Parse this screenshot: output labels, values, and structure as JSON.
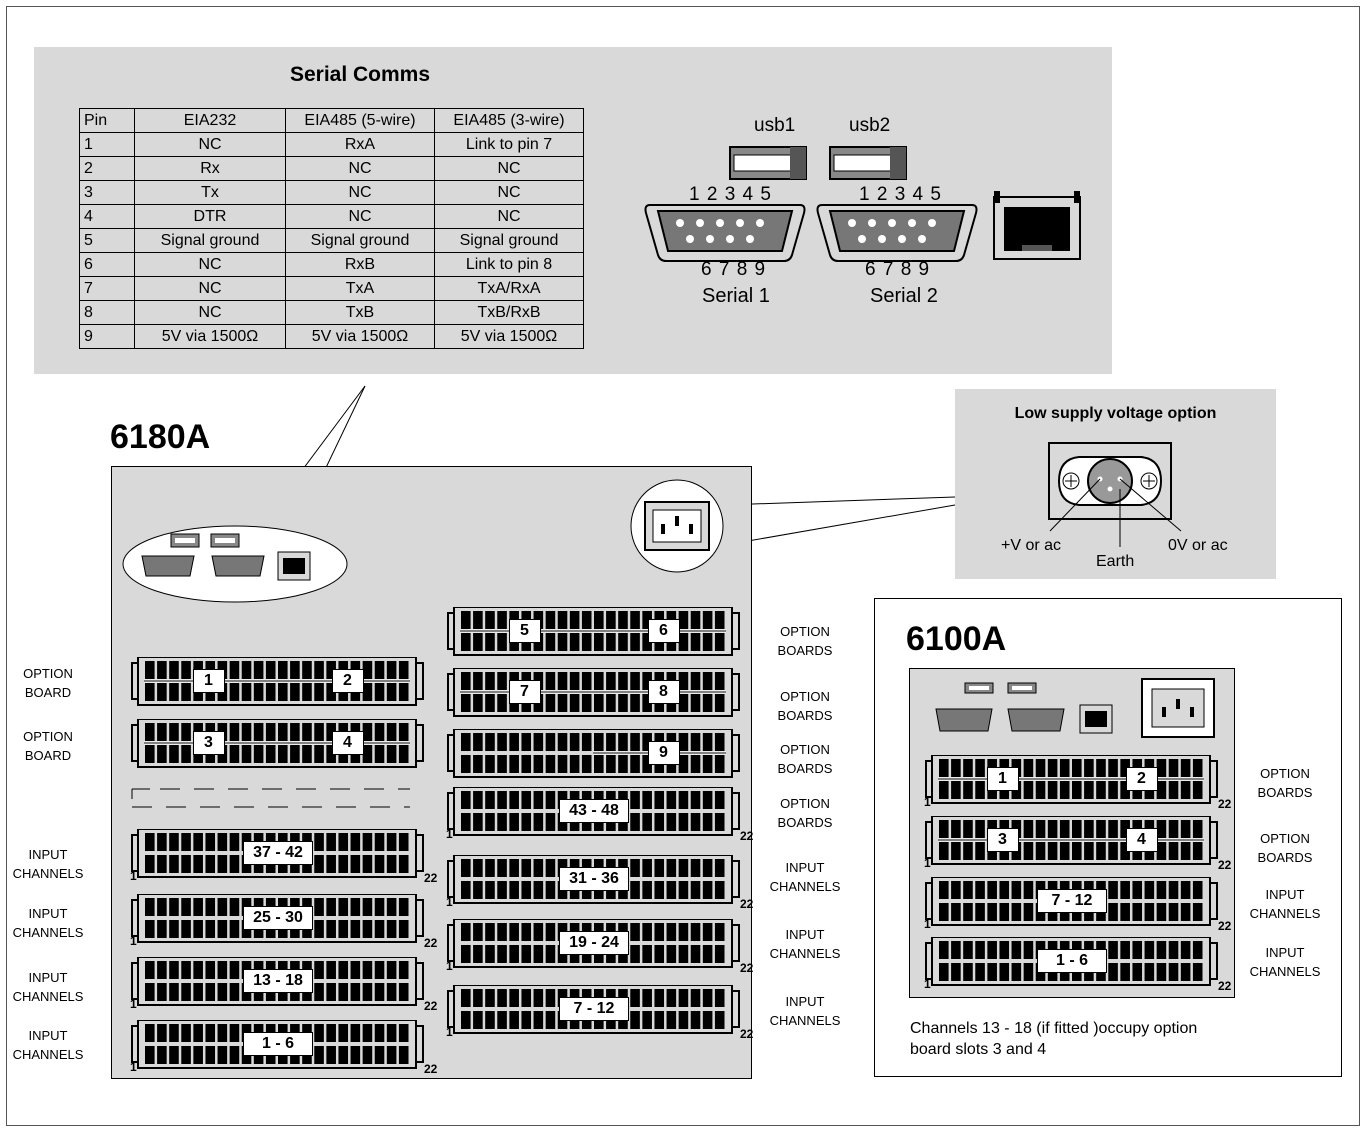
{
  "serial_comms": {
    "title": "Serial Comms",
    "headers": [
      "Pin",
      "EIA232",
      "EIA485 (5-wire)",
      "EIA485 (3-wire)"
    ],
    "rows": [
      [
        "1",
        "NC",
        "RxA",
        "Link to pin 7"
      ],
      [
        "2",
        "Rx",
        "NC",
        "NC"
      ],
      [
        "3",
        "Tx",
        "NC",
        "NC"
      ],
      [
        "4",
        "DTR",
        "NC",
        "NC"
      ],
      [
        "5",
        "Signal ground",
        "Signal ground",
        "Signal ground"
      ],
      [
        "6",
        "NC",
        "RxB",
        "Link to pin 8"
      ],
      [
        "7",
        "NC",
        "TxA",
        "TxA/RxA"
      ],
      [
        "8",
        "NC",
        "TxB",
        "TxB/RxB"
      ],
      [
        "9",
        "5V via 1500Ω",
        "5V via 1500Ω",
        "5V via 1500Ω"
      ]
    ],
    "usb1": "usb1",
    "usb2": "usb2",
    "pins_top": "1 2 3 4 5",
    "pins_bottom": "6 7 8 9",
    "serial1": "Serial 1",
    "serial2": "Serial 2"
  },
  "low_supply": {
    "title": "Low supply voltage option",
    "plus_v": "+V or ac",
    "earth": "Earth",
    "zero_v": "0V or ac"
  },
  "model_6180a": {
    "title": "6180A",
    "left_labels": [
      "OPTION\nBOARD",
      "OPTION\nBOARD",
      "INPUT\nCHANNELS",
      "INPUT\nCHANNELS",
      "INPUT\nCHANNELS",
      "INPUT\nCHANNELS"
    ],
    "right_labels": [
      "OPTION\nBOARDS",
      "OPTION\nBOARDS",
      "OPTION\nBOARDS",
      "OPTION\nBOARDS",
      "INPUT\nCHANNELS",
      "INPUT\nCHANNELS",
      "INPUT\nCHANNELS"
    ],
    "left_connectors": [
      {
        "type": "option",
        "labels": [
          "1",
          "2"
        ]
      },
      {
        "type": "option",
        "labels": [
          "3",
          "4"
        ]
      },
      {
        "type": "input",
        "labels": [
          "37 - 42"
        ]
      },
      {
        "type": "input",
        "labels": [
          "25 - 30"
        ]
      },
      {
        "type": "input",
        "labels": [
          "13 - 18"
        ]
      },
      {
        "type": "input",
        "labels": [
          "1 - 6"
        ]
      }
    ],
    "right_connectors": [
      {
        "type": "option",
        "labels": [
          "5",
          "6"
        ]
      },
      {
        "type": "option",
        "labels": [
          "7",
          "8"
        ]
      },
      {
        "type": "option9",
        "labels": [
          "9"
        ]
      },
      {
        "type": "input",
        "labels": [
          "43 - 48"
        ]
      },
      {
        "type": "input",
        "labels": [
          "31 - 36"
        ]
      },
      {
        "type": "input",
        "labels": [
          "19 - 24"
        ]
      },
      {
        "type": "input",
        "labels": [
          "7 - 12"
        ]
      }
    ],
    "pin_first": "1",
    "pin_last": "22"
  },
  "model_6100a": {
    "title": "6100A",
    "labels": [
      "OPTION\nBOARDS",
      "OPTION\nBOARDS",
      "INPUT\nCHANNELS",
      "INPUT\nCHANNELS"
    ],
    "connectors": [
      {
        "type": "option",
        "labels": [
          "1",
          "2"
        ]
      },
      {
        "type": "option",
        "labels": [
          "3",
          "4"
        ]
      },
      {
        "type": "input",
        "labels": [
          "7 - 12"
        ]
      },
      {
        "type": "input",
        "labels": [
          "1 - 6"
        ]
      }
    ],
    "note": "Channels 13 - 18 (if fitted )occupy option board slots 3 and 4"
  }
}
